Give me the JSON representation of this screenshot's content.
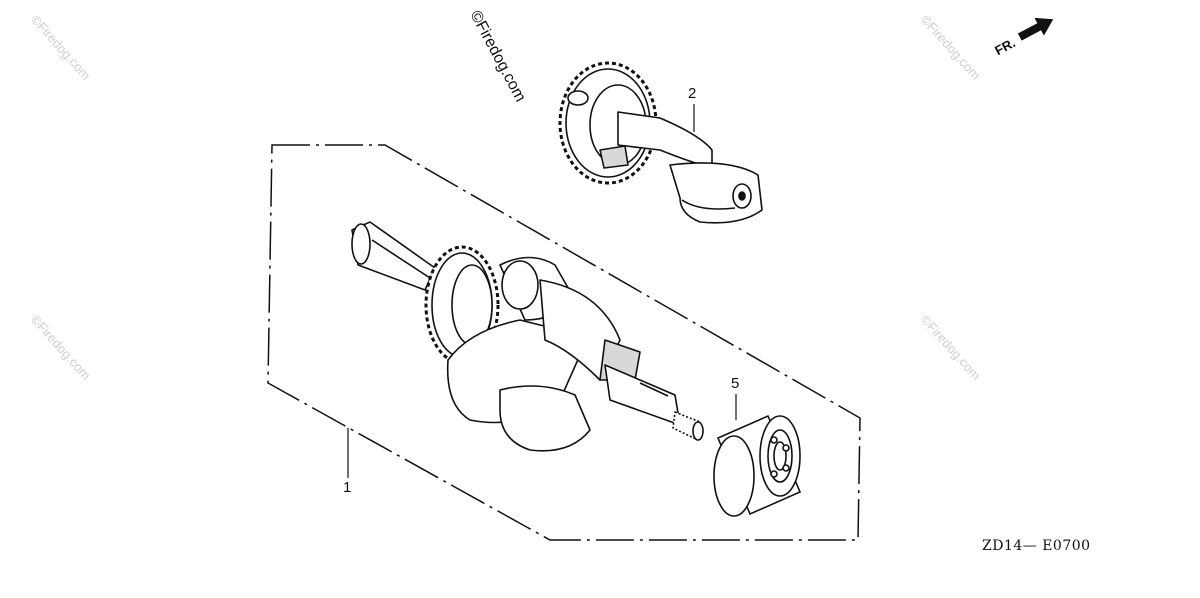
{
  "diagram": {
    "code": "ZD14— E0700",
    "direction_label": "FR.",
    "watermark": "©Firedog.com",
    "watermark_faint": "©Firedog.com",
    "callouts": [
      {
        "label": "1",
        "part": "crankshaft-assembly"
      },
      {
        "label": "2",
        "part": "crankshaft"
      },
      {
        "label": "5",
        "part": "ball-bearing"
      }
    ]
  }
}
